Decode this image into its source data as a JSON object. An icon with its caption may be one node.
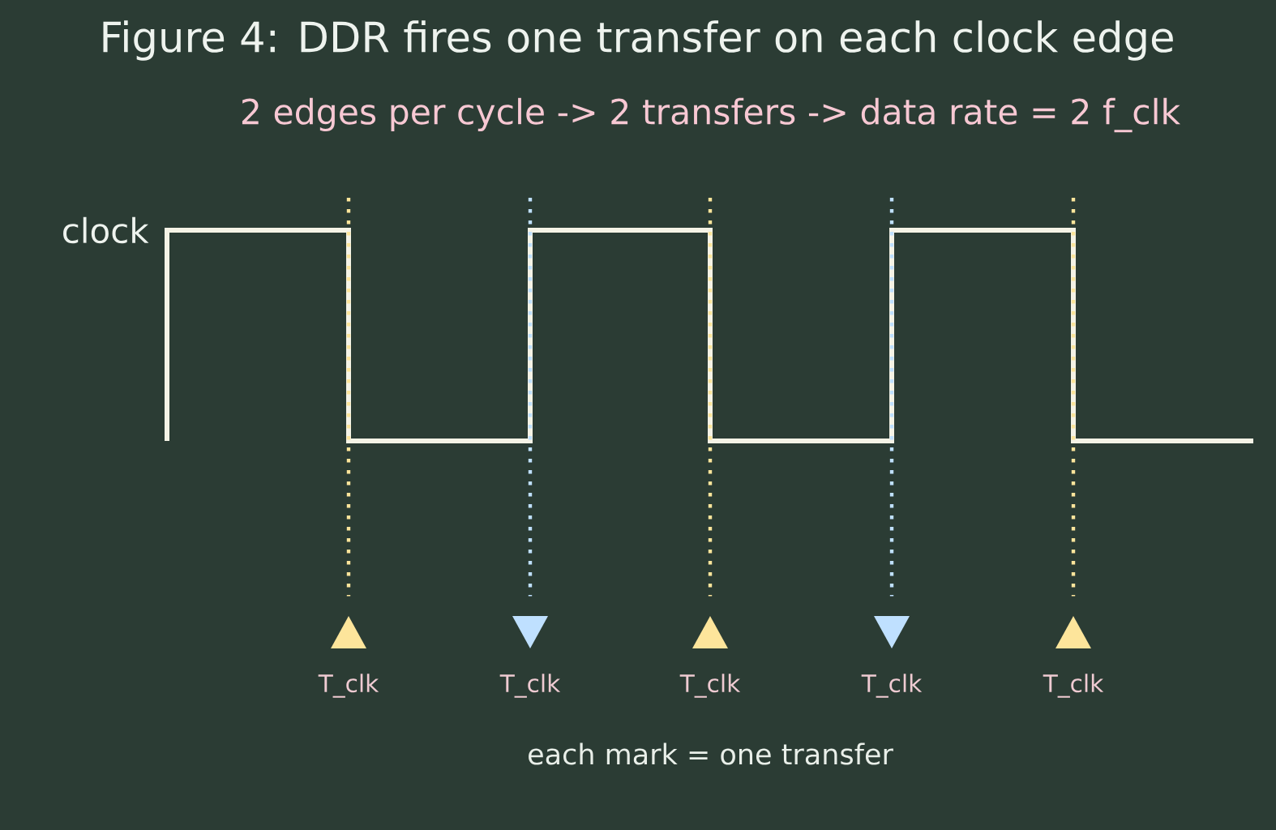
{
  "diagram": {
    "title": "Figure 4: DDR fires one transfer on each clock edge",
    "nodes": [
      {
        "text": [],
        "shape": "waveform",
        "beside": [
          "clock"
        ]
      },
      {
        "text": [],
        "shape": "triangle",
        "beside": [
          "T_clk"
        ]
      },
      {
        "text": [],
        "shape": "triangle",
        "beside": [
          "T_clk"
        ]
      },
      {
        "text": [],
        "shape": "triangle",
        "beside": [
          "T_clk"
        ]
      },
      {
        "text": [],
        "shape": "triangle",
        "beside": [
          "T_clk"
        ]
      },
      {
        "text": [],
        "shape": "triangle",
        "beside": [
          "T_clk"
        ]
      }
    ],
    "edges": [
      {
        "from": 0,
        "to": 1,
        "arrow": "none",
        "style": "dashed"
      },
      {
        "from": 0,
        "to": 2,
        "arrow": "none",
        "style": "dashed",
        "color": "#bfe0ff"
      },
      {
        "from": 0,
        "to": 3,
        "arrow": "none",
        "style": "dashed"
      },
      {
        "from": 0,
        "to": 4,
        "arrow": "none",
        "style": "dashed",
        "color": "#bfe0ff"
      },
      {
        "from": 0,
        "to": 5,
        "arrow": "none",
        "style": "dashed"
      }
    ],
    "labels": [
      "2 edges per cycle -> 2 transfers -> data rate = 2 f_clk",
      "each mark = one transfer"
    ]
  }
}
